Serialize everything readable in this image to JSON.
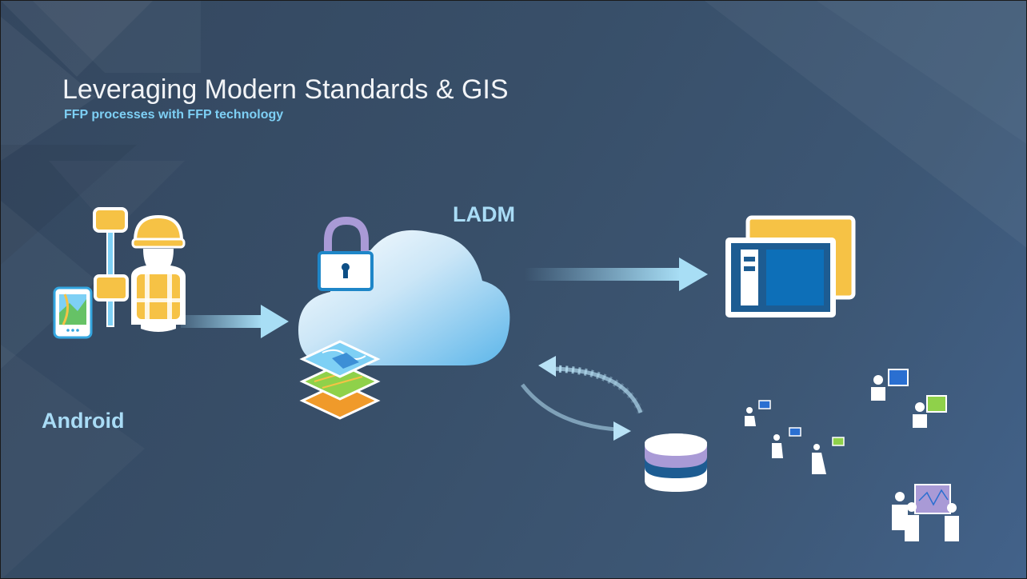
{
  "slide": {
    "title": "Leveraging Modern Standards & GIS",
    "subtitle": "FFP processes with FFP technology"
  },
  "diagram": {
    "cloud_label": "LADM",
    "field_label": "Android",
    "icons": [
      "field-surveyor-icon",
      "gnss-pole-icon",
      "tablet-map-icon",
      "lock-icon",
      "cloud-icon",
      "map-layers-icon",
      "desktop-application-icon",
      "database-icon",
      "office-users-icon",
      "meeting-presentation-icon"
    ]
  },
  "colors": {
    "accent_light_blue": "#7ed0f5",
    "label_blue": "#a9dcf6",
    "yellow": "#f6c245",
    "navy": "#0d6fb8"
  }
}
